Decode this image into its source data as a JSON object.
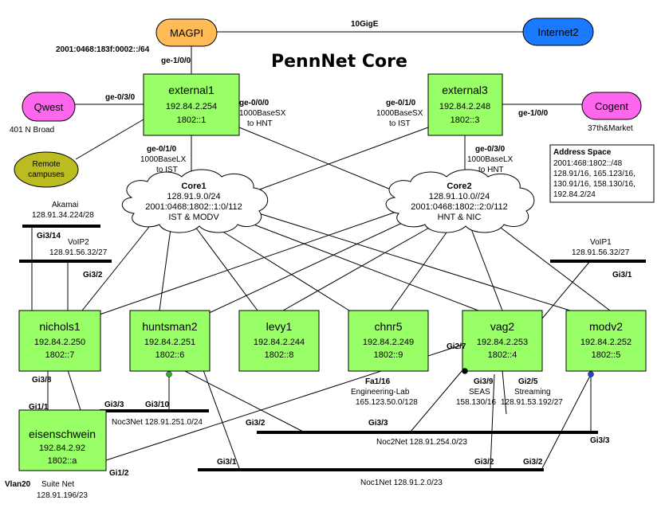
{
  "title": "PennNet Core",
  "top_link_label": "10GigE",
  "magpi_addr": "2001:0468:183f:0002::/64",
  "pills": [
    {
      "key": "magpi",
      "label": "MAGPI",
      "color": "#ffbb55"
    },
    {
      "key": "internet2",
      "label": "Internet2",
      "color": "#1a7aff"
    },
    {
      "key": "qwest",
      "label": "Qwest",
      "color": "#ff66ee",
      "sublabel": "401 N Broad"
    },
    {
      "key": "cogent",
      "label": "Cogent",
      "color": "#ff66ee",
      "sublabel": "37th&Market"
    },
    {
      "key": "remote",
      "label": "Remote",
      "label2": "campuses",
      "color": "#bbbb22"
    }
  ],
  "routers": {
    "external1": {
      "name": "external1",
      "ip": "192.84.2.254",
      "ip6": "1802::1"
    },
    "external3": {
      "name": "external3",
      "ip": "192.84.2.248",
      "ip6": "1802::3"
    },
    "nichols1": {
      "name": "nichols1",
      "ip": "192.84.2.250",
      "ip6": "1802::7"
    },
    "huntsman2": {
      "name": "huntsman2",
      "ip": "192.84.2.251",
      "ip6": "1802::6"
    },
    "levy1": {
      "name": "levy1",
      "ip": "192.84.2.244",
      "ip6": "1802::8"
    },
    "chnr5": {
      "name": "chnr5",
      "ip": "192.84.2.249",
      "ip6": "1802::9"
    },
    "vag2": {
      "name": "vag2",
      "ip": "192.84.2.253",
      "ip6": "1802::4"
    },
    "modv2": {
      "name": "modv2",
      "ip": "192.84.2.252",
      "ip6": "1802::5"
    },
    "eisenschwein": {
      "name": "eisenschwein",
      "ip": "192.84.2.92",
      "ip6": "1802::a"
    }
  },
  "clouds": {
    "core1": {
      "name": "Core1",
      "l1": "128.91.9.0/24",
      "l2": "2001:0468:1802::1:0/112",
      "l3": "IST & MODV"
    },
    "core2": {
      "name": "Core2",
      "l1": "128.91.10.0//24",
      "l2": "2001:0468:1802::2:0/112",
      "l3": "HNT & NIC"
    }
  },
  "address_space": {
    "title": "Address Space",
    "lines": [
      "2001:468:1802::/48",
      "128.91/16, 165.123/16,",
      "130.91/16, 158.130/16,",
      "192.84.2/24"
    ]
  },
  "labels": {
    "ge100_top": "ge-1/0/0",
    "ge030_left": "ge-0/3/0",
    "ext1_ge000": "ge-0/0/0",
    "ext1_ge000_a": "1000BaseSX",
    "ext1_ge000_b": "to HNT",
    "ext1_ge010": "ge-0/1/0",
    "ext1_ge010_a": "1000BaseLX",
    "ext1_ge010_b": "to IST",
    "ext3_ge010": "ge-0/1/0",
    "ext3_ge010_a": "1000BaseSX",
    "ext3_ge010_b": "to IST",
    "ext3_ge100": "ge-1/0/0",
    "ext3_ge030": "ge-0/3/0",
    "ext3_ge030_a": "1000BaseLX",
    "ext3_ge030_b": "to HNT",
    "akamai": "Akamai",
    "akamai_net": "128.91.34.224/28",
    "gi314": "Gi3/14",
    "voip2": "VoIP2",
    "voip2_net": "128.91.56.32/27",
    "gi32_left": "Gi3/2",
    "voip1": "VoIP1",
    "voip1_net": "128.91.56.32/27",
    "gi31_right": "Gi3/1",
    "gi38": "Gi3/8",
    "gi11": "Gi1/1",
    "gi12": "Gi1/2",
    "gi33_a": "Gi3/3",
    "gi310": "Gi3/10",
    "noc3net": "Noc3Net 128.91.251.0/24",
    "gi27": "Gi2/7",
    "fa116": "Fa1/16",
    "englab": "Engineering-Lab",
    "englab_net": "165.123.50.0/128",
    "gi39": "Gi3/9",
    "seas": "SEAS",
    "seas_net": "158.130/16",
    "gi25": "Gi2/5",
    "streaming": "Streaming",
    "streaming_net": "128.91.53.192/27",
    "gi32_mid": "Gi3/2",
    "gi33_mid": "Gi3/3",
    "noc2net": "Noc2Net 128.91.254.0/23",
    "gi33_right": "Gi3/3",
    "gi31_bottom": "Gi3/1",
    "gi32_bottom": "Gi3/2",
    "gi32_bottom2": "Gi3/2",
    "noc1net": "Noc1Net 128.91.2.0/23",
    "vlan20": "Vlan20",
    "suitenet": "Suite Net",
    "suitenet_net": "128.91.196/23"
  },
  "port_dot_colors": {
    "green": "#33aa33",
    "black": "#000000",
    "blue": "#2244cc"
  }
}
